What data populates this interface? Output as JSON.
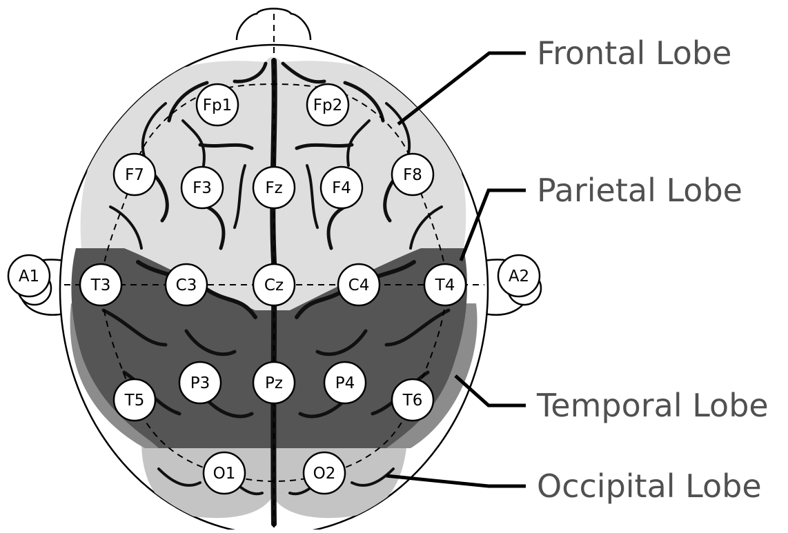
{
  "colors": {
    "frontal": "#dedede",
    "parietal": "#555555",
    "temporal": "#8c8c8c",
    "occipital": "#c4c4c4",
    "sulci": "#101010",
    "outline": "#000000",
    "lobe_label": "#505050"
  },
  "electrodes": [
    {
      "id": "Fp1",
      "label": "Fp1"
    },
    {
      "id": "Fp2",
      "label": "Fp2"
    },
    {
      "id": "F7",
      "label": "F7"
    },
    {
      "id": "F3",
      "label": "F3"
    },
    {
      "id": "Fz",
      "label": "Fz"
    },
    {
      "id": "F4",
      "label": "F4"
    },
    {
      "id": "F8",
      "label": "F8"
    },
    {
      "id": "A1",
      "label": "A1"
    },
    {
      "id": "T3",
      "label": "T3"
    },
    {
      "id": "C3",
      "label": "C3"
    },
    {
      "id": "Cz",
      "label": "Cz"
    },
    {
      "id": "C4",
      "label": "C4"
    },
    {
      "id": "T4",
      "label": "T4"
    },
    {
      "id": "A2",
      "label": "A2"
    },
    {
      "id": "T5",
      "label": "T5"
    },
    {
      "id": "P3",
      "label": "P3"
    },
    {
      "id": "Pz",
      "label": "Pz"
    },
    {
      "id": "P4",
      "label": "P4"
    },
    {
      "id": "T6",
      "label": "T6"
    },
    {
      "id": "O1",
      "label": "O1"
    },
    {
      "id": "O2",
      "label": "O2"
    }
  ],
  "lobes": [
    {
      "id": "frontal",
      "label": "Frontal Lobe"
    },
    {
      "id": "parietal",
      "label": "Parietal Lobe"
    },
    {
      "id": "temporal",
      "label": "Temporal Lobe"
    },
    {
      "id": "occipital",
      "label": "Occipital Lobe"
    }
  ]
}
